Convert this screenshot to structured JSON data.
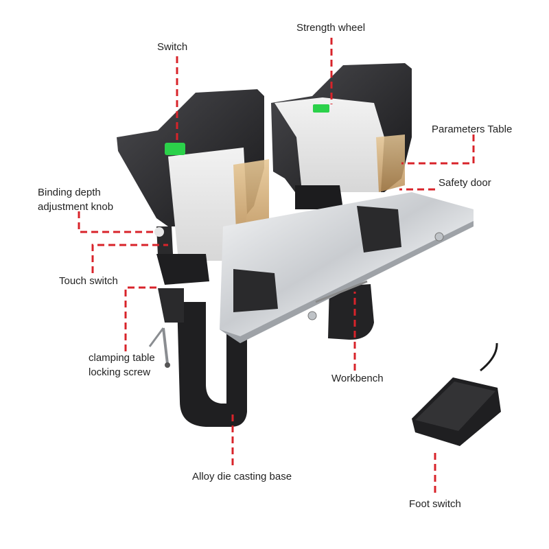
{
  "colors": {
    "leader": "#d8232a",
    "label_text": "#222222",
    "housing": "#2b2b2d",
    "housing_top": "#3a3a3d",
    "metal": "#d9dcdf",
    "switch_green": "#2bd14a",
    "amber_window": "#d6b07a"
  },
  "labels": {
    "switch": "Switch",
    "strength_wheel": "Strength wheel",
    "parameters_table": "Parameters Table",
    "safety_door": "Safety door",
    "binding_depth_line1": "Binding depth",
    "binding_depth_line2": "adjustment knob",
    "touch_switch": "Touch switch",
    "clamping_line1": "clamping table",
    "clamping_line2": "locking screw",
    "workbench": "Workbench",
    "alloy_base": "Alloy die casting base",
    "foot_switch": "Foot switch"
  }
}
